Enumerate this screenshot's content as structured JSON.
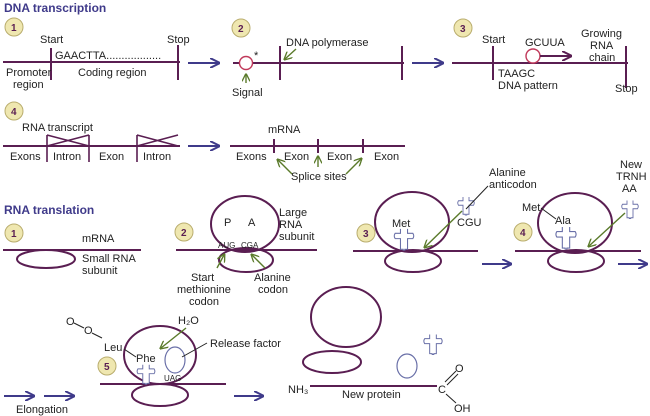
{
  "sections": {
    "transcription_title": "DNA transcription",
    "translation_title": "RNA translation"
  },
  "colors": {
    "title": "#3f3a8a",
    "strand": "#5a1e52",
    "arrow": "#3f3a8a",
    "pointer": "#5a7a2a",
    "badge_fill": "#efe7b0",
    "trna": "#6a70a8",
    "signal": "#c0395a"
  },
  "transcription": {
    "step1": {
      "badge": "1",
      "start": "Start",
      "stop": "Stop",
      "sequence": "GAACTTA..................",
      "promoter_line1": "Promoter",
      "promoter_line2": "region",
      "coding": "Coding region"
    },
    "step2": {
      "badge": "2",
      "asterisk": "*",
      "polymerase": "DNA polymerase",
      "signal": "Signal"
    },
    "step3": {
      "badge": "3",
      "start": "Start",
      "rna_seq": "GCUUA",
      "growing_line1": "Growing",
      "growing_line2": "RNA",
      "growing_line3": "chain",
      "dna_seq": "TAAGC",
      "dna_pattern": "DNA pattern",
      "stop": "Stop"
    },
    "step4": {
      "badge": "4",
      "rna_transcript": "RNA transcript",
      "labels": [
        "Exons",
        "Intron",
        "Exon",
        "Intron"
      ],
      "mrna": "mRNA",
      "mrna_labels": [
        "Exons",
        "Exon",
        "Exon",
        "Exon"
      ],
      "splice_sites": "Splice sites"
    }
  },
  "translation": {
    "step1": {
      "badge": "1",
      "mrna": "mRNA",
      "small_line1": "Small RNA",
      "small_line2": "subunit"
    },
    "step2": {
      "badge": "2",
      "p": "P",
      "a": "A",
      "large_line1": "Large",
      "large_line2": "RNA",
      "large_line3": "subunit",
      "aug": "AUG",
      "cga": "CGA",
      "start_line1": "Start",
      "start_line2": "methionine",
      "start_line3": "codon",
      "alanine_line1": "Alanine",
      "alanine_line2": "codon"
    },
    "step3": {
      "badge": "3",
      "met": "Met",
      "cgu": "CGU",
      "anticodon_line1": "Alanine",
      "anticodon_line2": "anticodon"
    },
    "step4": {
      "badge": "4",
      "met": "Met",
      "ala": "Ala",
      "new_line1": "New",
      "new_line2": "TRNH",
      "new_line3": "AA"
    },
    "step5": {
      "badge": "5",
      "o1": "O",
      "o2": "O",
      "leu": "Leu",
      "phe": "Phe",
      "h2o": "H₂O",
      "release": "Release factor",
      "uag": "UAG",
      "elongation": "Elongation"
    },
    "final": {
      "nh3": "NH₃",
      "new_protein": "New protein",
      "c": "C",
      "o": "O",
      "oh": "OH"
    }
  }
}
